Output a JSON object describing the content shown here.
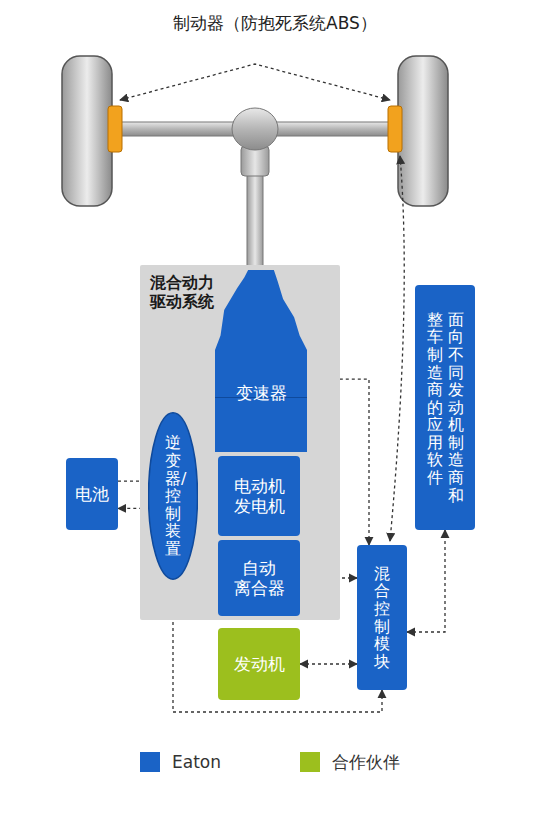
{
  "diagram": {
    "nodes": [
      {
        "text": [
          "混合动力 驱动系统"
        ]
      },
      {
        "text": [
          "变速器"
        ],
        "in": 0
      },
      {
        "text": [
          "逆变器/控制装置"
        ],
        "in": 0
      },
      {
        "text": [
          "电动机 发电机"
        ],
        "in": 0
      },
      {
        "text": [
          "自动 离合器"
        ],
        "in": 0
      },
      {
        "text": [
          "电池"
        ]
      },
      {
        "text": [
          "发动机"
        ]
      },
      {
        "text": [
          "混合控制模块"
        ]
      },
      {
        "text": [
          "面向不同发动机制造商和 整车制造商的应用软件"
        ]
      }
    ],
    "edges": [
      {
        "from": 5,
        "to": 2,
        "arrow": "to"
      },
      {
        "from": 2,
        "to": 5,
        "arrow": "to"
      },
      {
        "from": 2,
        "to": 3,
        "arrow": "to"
      },
      {
        "from": 3,
        "to": 2,
        "arrow": "to"
      },
      {
        "from": 7,
        "to": 1,
        "arrow": "both"
      },
      {
        "from": 7,
        "to": 4,
        "arrow": "both"
      },
      {
        "from": 7,
        "to": 6,
        "arrow": "both"
      },
      {
        "from": 7,
        "to": 8,
        "arrow": "both"
      },
      {
        "from": 2,
        "to": 7,
        "arrow": "both"
      }
    ],
    "labels": [
      "制动器（防抱死系统ABS）"
    ],
    "legend": [
      {
        "text": "Eaton",
        "color": "#1a63c6"
      },
      {
        "text": "合作伙伴",
        "color": "#9cbf1e"
      }
    ]
  }
}
